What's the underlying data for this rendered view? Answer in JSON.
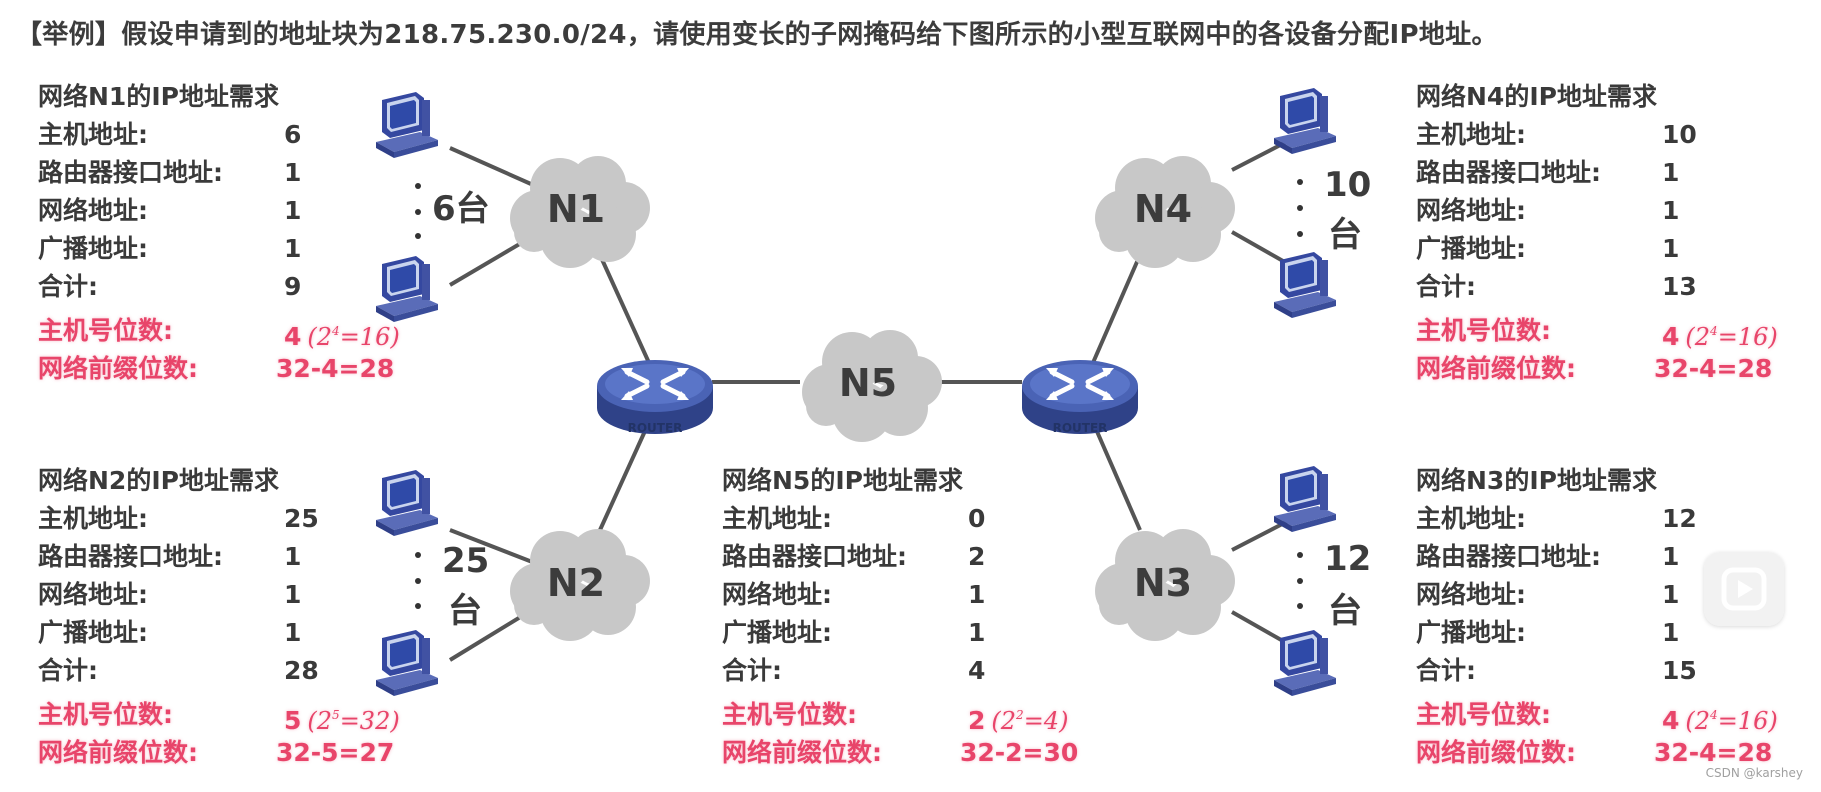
{
  "title": "【举例】假设申请到的地址块为218.75.230.0/24，请使用变长的子网掩码给下图所示的小型互联网中的各设备分配IP地址。",
  "panels": {
    "n1": {
      "heading": "网络N1的IP地址需求",
      "hosts_label": "主机地址:",
      "hosts": "6",
      "router_label": "路由器接口地址:",
      "router": "1",
      "net_label": "网络地址:",
      "net": "1",
      "bcast_label": "广播地址:",
      "bcast": "1",
      "total_label": "合计:",
      "total": "9",
      "hostbits_label": "主机号位数:",
      "hostbits": "4",
      "formula_base": "(2",
      "formula_exp": "4",
      "formula_rest": "=16)",
      "prefix_label": "网络前缀位数:",
      "prefix": "32-4=28"
    },
    "n2": {
      "heading": "网络N2的IP地址需求",
      "hosts_label": "主机地址:",
      "hosts": "25",
      "router_label": "路由器接口地址:",
      "router": "1",
      "net_label": "网络地址:",
      "net": "1",
      "bcast_label": "广播地址:",
      "bcast": "1",
      "total_label": "合计:",
      "total": "28",
      "hostbits_label": "主机号位数:",
      "hostbits": "5",
      "formula_base": "(2",
      "formula_exp": "5",
      "formula_rest": "=32)",
      "prefix_label": "网络前缀位数:",
      "prefix": "32-5=27"
    },
    "n5": {
      "heading": "网络N5的IP地址需求",
      "hosts_label": "主机地址:",
      "hosts": "0",
      "router_label": "路由器接口地址:",
      "router": "2",
      "net_label": "网络地址:",
      "net": "1",
      "bcast_label": "广播地址:",
      "bcast": "1",
      "total_label": "合计:",
      "total": "4",
      "hostbits_label": "主机号位数:",
      "hostbits": "2",
      "formula_base": "(2",
      "formula_exp": "2",
      "formula_rest": "=4)",
      "prefix_label": "网络前缀位数:",
      "prefix": "32-2=30"
    },
    "n4": {
      "heading": "网络N4的IP地址需求",
      "hosts_label": "主机地址:",
      "hosts": "10",
      "router_label": "路由器接口地址:",
      "router": "1",
      "net_label": "网络地址:",
      "net": "1",
      "bcast_label": "广播地址:",
      "bcast": "1",
      "total_label": "合计:",
      "total": "13",
      "hostbits_label": "主机号位数:",
      "hostbits": "4",
      "formula_base": "(2",
      "formula_exp": "4",
      "formula_rest": "=16)",
      "prefix_label": "网络前缀位数:",
      "prefix": "32-4=28"
    },
    "n3": {
      "heading": "网络N3的IP地址需求",
      "hosts_label": "主机地址:",
      "hosts": "12",
      "router_label": "路由器接口地址:",
      "router": "1",
      "net_label": "网络地址:",
      "net": "1",
      "bcast_label": "广播地址:",
      "bcast": "1",
      "total_label": "合计:",
      "total": "15",
      "hostbits_label": "主机号位数:",
      "hostbits": "4",
      "formula_base": "(2",
      "formula_exp": "4",
      "formula_rest": "=16)",
      "prefix_label": "网络前缀位数:",
      "prefix": "32-4=28"
    }
  },
  "diagram": {
    "clouds": {
      "n1": "N1",
      "n2": "N2",
      "n3": "N3",
      "n4": "N4",
      "n5": "N5"
    },
    "counts": {
      "n1": "6台",
      "n2_num": "25",
      "n2_unit": "台",
      "n4_num": "10",
      "n4_unit": "台",
      "n3_num": "12",
      "n3_unit": "台"
    },
    "router_label": "ROUTER"
  },
  "watermark": "CSDN @karshey",
  "colors": {
    "accent_red": "#e8456a",
    "text": "#3a3a3a",
    "cloud": "#c8c8c8",
    "router": "#3a4f9a",
    "pc": "#3d4fa3"
  }
}
